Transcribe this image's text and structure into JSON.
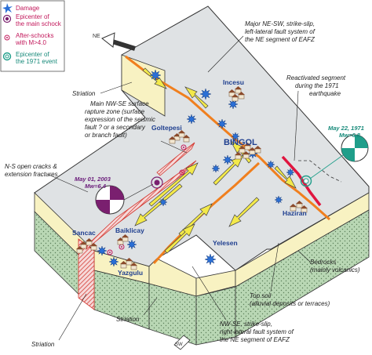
{
  "legend": {
    "damage": "Damage",
    "epicenter_main_line1": "Epicenter of",
    "epicenter_main_line2": "the main schock",
    "aftershocks_line1": "After-schocks",
    "aftershocks_line2": "with M>4.0",
    "epicenter_1971_line1": "Epicenter of",
    "epicenter_1971_line2": "the 1971 event"
  },
  "north_label": "NE",
  "southwest_label": "SW",
  "towns": {
    "incesu": "Incesu",
    "goltepesi": "Goltepesi",
    "bingol": "BINGOL",
    "haziran": "Haziran",
    "sancac": "Sancac",
    "baiklicay": "Baiklicay",
    "yazgulu": "Yazgulu",
    "yelesen": "Yelesen"
  },
  "annotations": {
    "ne_fault": [
      "Major NE-SW, strike-slip,",
      "left-lateral fault system of",
      "the NE segment of EAFZ"
    ],
    "reactivated": [
      "Reactivated segment",
      "during the 1971",
      "earthquake"
    ],
    "main_rupture": [
      "Main NW-SE surface",
      "rapture zone (surface",
      "expression of the seismic",
      "fault ? or a secondary",
      "or branch fault)"
    ],
    "ns_cracks": [
      "N-S open cracks &",
      "extension fractures"
    ],
    "striation_top": "Striation",
    "striation_bottom_left": "Striation",
    "striation_bottom_mid": "Striation",
    "bedrocks": [
      "Bedrocks",
      "(mainly volcanics)"
    ],
    "topsoil": [
      "Top soil",
      "(alluvial deposits or terraces)"
    ],
    "nw_fault": [
      "NW-SE, strike-slip,",
      "right-lateral fault system of",
      "the NE segment of EAFZ"
    ]
  },
  "events": {
    "may2003": [
      "May 01, 2003",
      "Mw=6.4"
    ],
    "may1971": [
      "May 22, 1971",
      "Mw=6.8"
    ]
  },
  "colors": {
    "fault": "#f07f1e",
    "reactivated": "#e0153f",
    "aftershock": "#c2185b",
    "epicenter_2003": "#7a1f6f",
    "epicenter_1971": "#1f9e8a",
    "damage_star": "#2a6fd6",
    "block_top": "#dfe2e4",
    "soil": "#f8f2c2",
    "bedrock": "#b9d7b4",
    "arrow": "#f3e94a"
  }
}
